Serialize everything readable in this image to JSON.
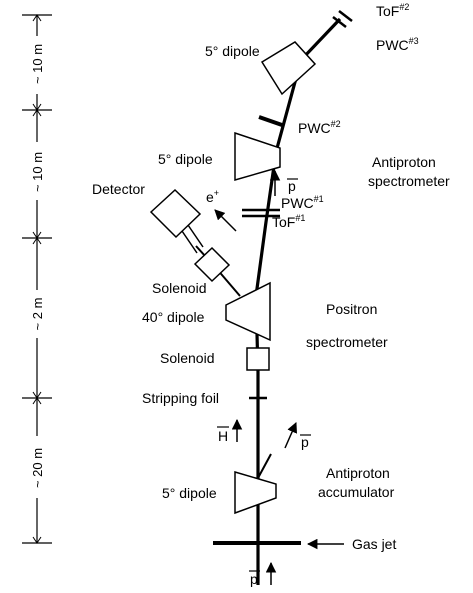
{
  "scale": {
    "segments": [
      "~ 10 m",
      "~ 10 m",
      "~ 2 m",
      "~ 20 m"
    ]
  },
  "labels": {
    "tof2": "ToF",
    "tof2_sup": "#2",
    "pwc3": "PWC",
    "pwc3_sup": "#3",
    "pwc2": "PWC",
    "pwc2_sup": "#2",
    "pwc1": "PWC",
    "pwc1_sup": "#1",
    "tof1": "ToF",
    "tof1_sup": "#1",
    "dipole_top": "5° dipole",
    "dipole_upper": "5° dipole",
    "dipole_40": "40° dipole",
    "dipole_bottom": "5° dipole",
    "antiproton_spectrometer_1": "Antiproton",
    "antiproton_spectrometer_2": "spectrometer",
    "detector": "Detector",
    "positron": "e",
    "positron_sup": "+",
    "solenoid_upper": "Solenoid",
    "solenoid_lower": "Solenoid",
    "positron_spectrometer_1": "Positron",
    "positron_spectrometer_2": "spectrometer",
    "stripping_foil": "Stripping foil",
    "hbar": "H",
    "pbar_mid": "p",
    "pbar_side": "p",
    "pbar_bottom": "p",
    "antiproton_accumulator_1": "Antiproton",
    "antiproton_accumulator_2": "accumulator",
    "gas_jet": "Gas jet"
  }
}
